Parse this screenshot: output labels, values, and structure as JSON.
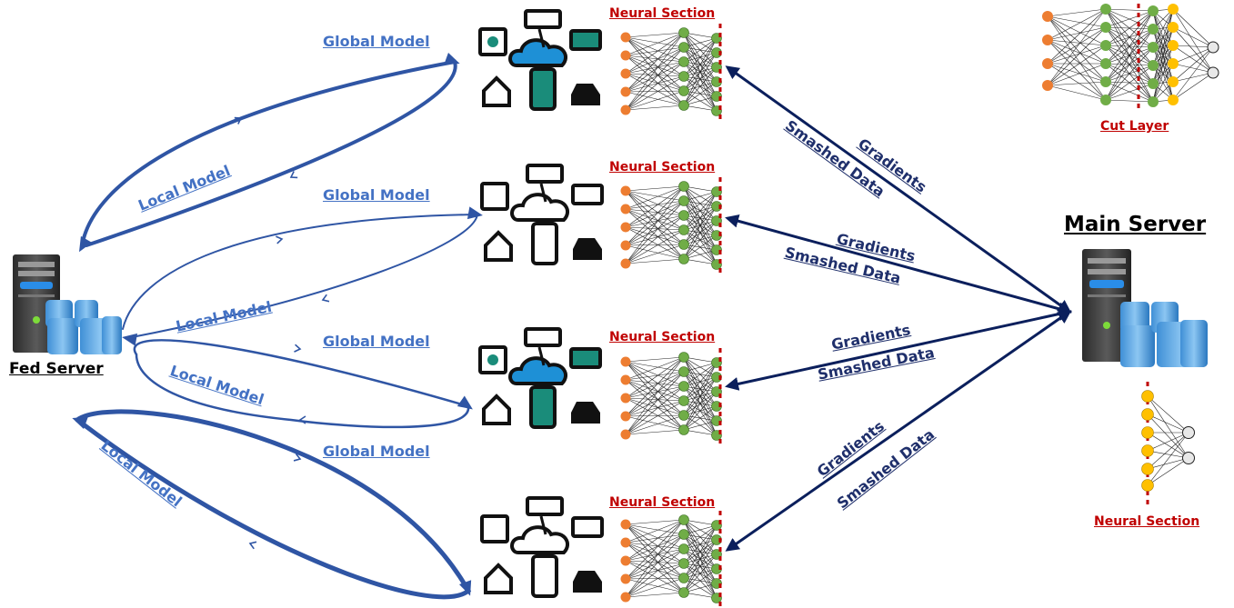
{
  "fed_server": {
    "label": "Fed Server"
  },
  "main_server": {
    "label": "Main Server"
  },
  "cut_layer": {
    "label": "Cut Layer"
  },
  "server_neural_section": {
    "label": "Neural Section"
  },
  "clients": [
    {
      "neural_label": "Neural Section",
      "global_label": "Global Model",
      "local_label": "Local Model",
      "gradients_label": "Gradients",
      "smashed_label": "Smashed Data"
    },
    {
      "neural_label": "Neural Section",
      "global_label": "Global Model",
      "local_label": "Local Model",
      "gradients_label": "Gradients",
      "smashed_label": "Smashed Data"
    },
    {
      "neural_label": "Neural Section",
      "global_label": "Global Model",
      "local_label": "Local Model",
      "gradients_label": "Gradients",
      "smashed_label": "Smashed Data"
    },
    {
      "neural_label": "Neural Section",
      "global_label": "Global Model",
      "local_label": "Local Model",
      "gradients_label": "Gradients",
      "smashed_label": "Smashed Data"
    }
  ],
  "colors": {
    "loop_blue": "#2f55a4",
    "link_navy": "#0b1f5c",
    "input_orange": "#ed7d31",
    "hidden_green": "#70ad47",
    "output_yellow": "#ffc000",
    "cut_red": "#c00000",
    "cloud_blue": "#1e90d6",
    "device_teal": "#1a8c7a"
  }
}
